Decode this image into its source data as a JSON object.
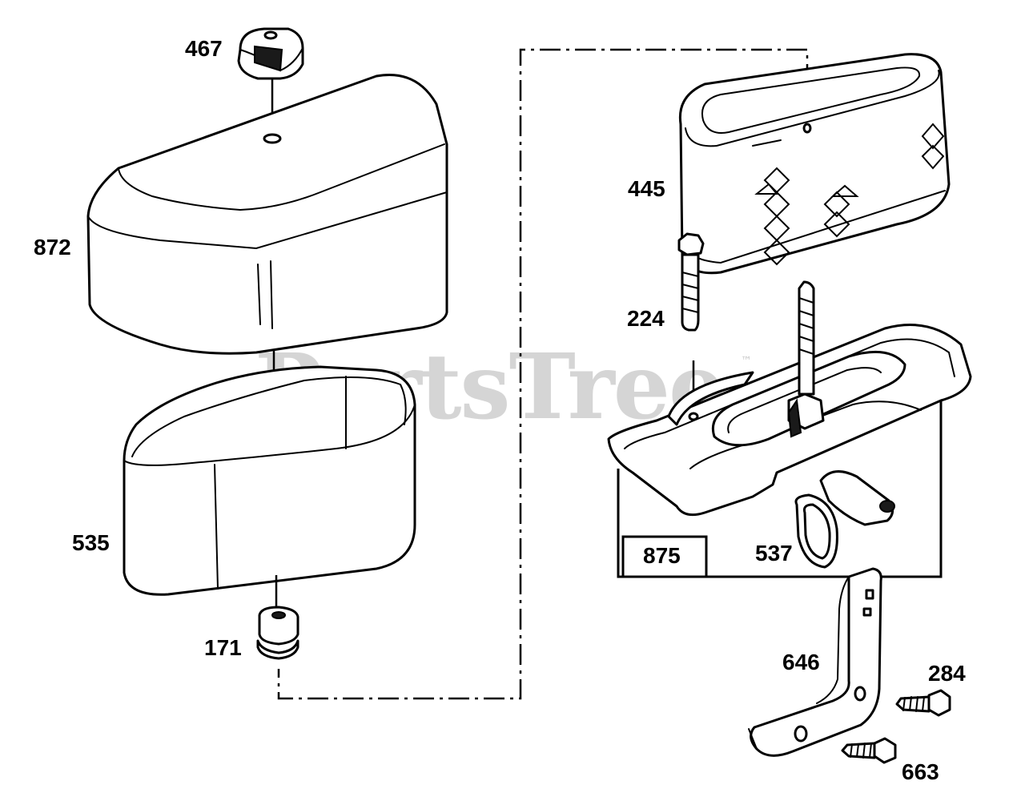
{
  "watermark": {
    "text": "PartsTree",
    "trademark": "™"
  },
  "labels": {
    "p467": "467",
    "p872": "872",
    "p535": "535",
    "p171": "171",
    "p445": "445",
    "p224": "224",
    "p875": "875",
    "p537": "537",
    "p646": "646",
    "p284": "284",
    "p663": "663"
  }
}
